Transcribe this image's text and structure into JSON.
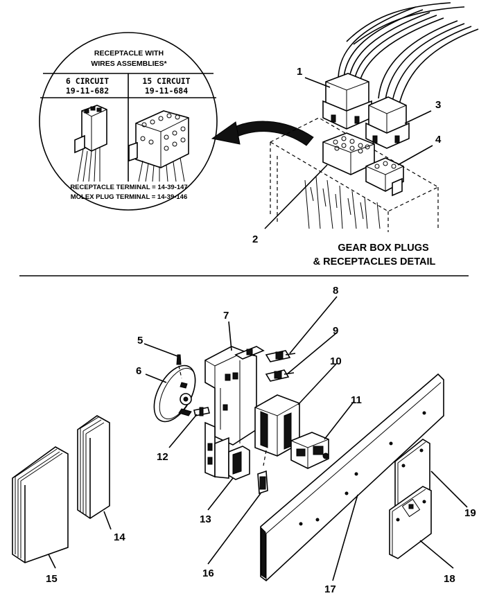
{
  "inset": {
    "heading_line1": "RECEPTACLE WITH",
    "heading_line2": "WIRES ASSEMBLIES*",
    "left_col_title": "6 CIRCUIT",
    "left_col_part": "19-11-682",
    "right_col_title": "15 CIRCUIT",
    "right_col_part": "19-11-684",
    "receptacle_terminal": "RECEPTACLE TERMINAL = 14-39-147",
    "molex_plug_terminal": "MOLEX PLUG TERMINAL = 14-39-146"
  },
  "detail": {
    "title_line1": "GEAR BOX PLUGS",
    "title_line2": "& RECEPTACLES DETAIL"
  },
  "callouts": [
    "1",
    "2",
    "3",
    "4",
    "5",
    "6",
    "7",
    "8",
    "9",
    "10",
    "11",
    "12",
    "13",
    "14",
    "15",
    "16",
    "17",
    "18",
    "19"
  ]
}
